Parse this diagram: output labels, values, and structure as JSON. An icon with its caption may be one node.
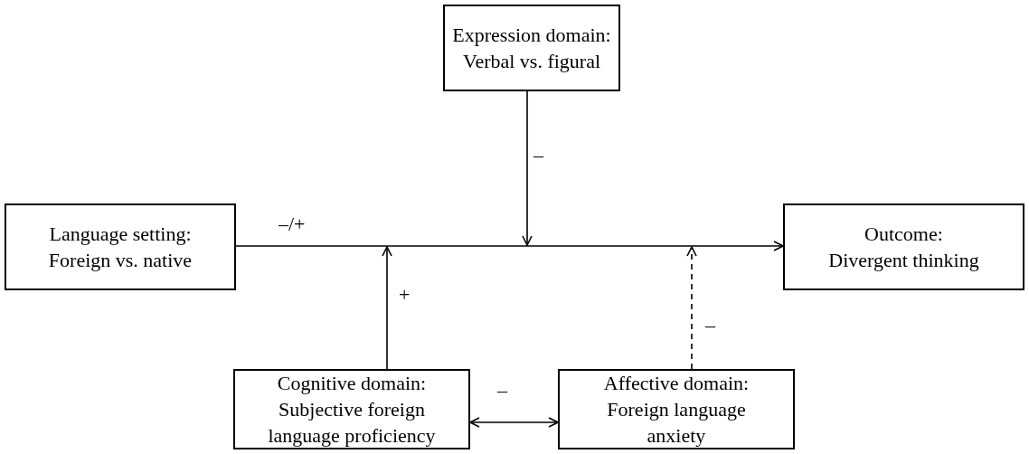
{
  "diagram": {
    "nodes": [
      {
        "text": [
          "Expression domain:",
          "Verbal vs. figural"
        ]
      },
      {
        "text": [
          "Language setting:",
          "Foreign vs. native"
        ]
      },
      {
        "text": [
          "Outcome:",
          "Divergent thinking"
        ]
      },
      {
        "text": [
          "Cognitive domain:",
          "Subjective foreign language proficiency"
        ]
      },
      {
        "text": [
          "Affective domain:",
          "Foreign language anxiety"
        ]
      }
    ],
    "edges": [
      {
        "from": 1,
        "to": 2,
        "arrow": "to",
        "label": "–/+"
      },
      {
        "from": 0,
        "to": null,
        "arrow": "to",
        "label": "–"
      },
      {
        "from": 3,
        "to": null,
        "arrow": "to",
        "label": "+"
      },
      {
        "from": 4,
        "to": null,
        "arrow": "to",
        "label": "–",
        "style": "dashed"
      },
      {
        "from": 3,
        "to": 4,
        "arrow": "both",
        "label": "–"
      }
    ]
  }
}
